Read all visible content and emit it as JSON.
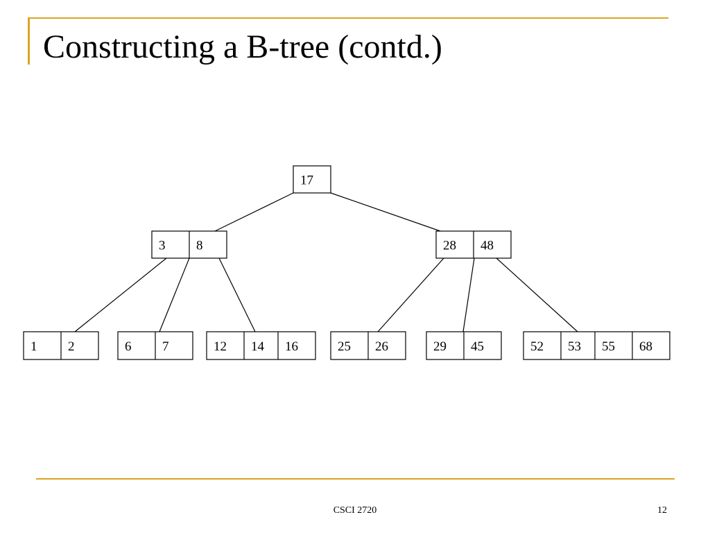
{
  "slide": {
    "title": "Constructing a B-tree (contd.)",
    "footer": "CSCI 2720",
    "page_number": "12",
    "accent_color": "#DAA520"
  },
  "tree": {
    "root": {
      "keys": [
        "17"
      ]
    },
    "internal": [
      {
        "keys": [
          "3",
          "8"
        ],
        "empty_slots": 0
      },
      {
        "keys": [
          "28",
          "48"
        ],
        "empty_slots": 0
      }
    ],
    "leaves": [
      {
        "keys": [
          "1",
          "2"
        ]
      },
      {
        "keys": [
          "6",
          "7"
        ]
      },
      {
        "keys": [
          "12",
          "14",
          "16"
        ]
      },
      {
        "keys": [
          "25",
          "26"
        ]
      },
      {
        "keys": [
          "29",
          "45"
        ]
      },
      {
        "keys": [
          "52",
          "53",
          "55",
          "68"
        ]
      }
    ]
  }
}
